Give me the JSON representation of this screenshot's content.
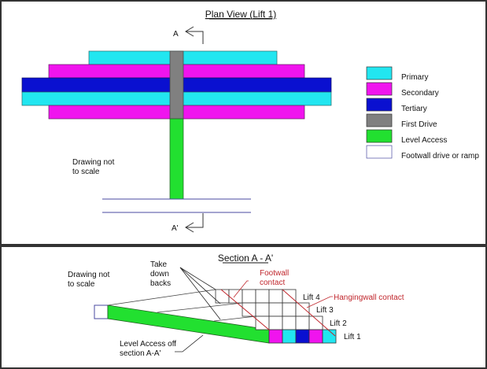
{
  "plan": {
    "title": "Plan View (Lift 1)",
    "section_start": "A",
    "section_end": "A'",
    "note_line1": "Drawing not",
    "note_line2": "to scale"
  },
  "legend": [
    {
      "label": "Primary",
      "color": "#22e6f0"
    },
    {
      "label": "Secondary",
      "color": "#f014ee"
    },
    {
      "label": "Tertiary",
      "color": "#0a10d0"
    },
    {
      "label": "First Drive",
      "color": "#808080"
    },
    {
      "label": "Level Access",
      "color": "#22e030"
    },
    {
      "label": "Footwall drive or ramp",
      "color": "#ffffff"
    }
  ],
  "section": {
    "title": "Section A - A'",
    "note_line1": "Drawing not",
    "note_line2": "to scale",
    "take_down_line1": "Take",
    "take_down_line2": "down",
    "take_down_line3": "backs",
    "footwall_line1": "Footwall",
    "footwall_line2": "contact",
    "hangingwall": "Hangingwall contact",
    "level_access_line1": "Level Access off",
    "level_access_line2": "section A-A'",
    "lifts": [
      "Lift 1",
      "Lift 2",
      "Lift 3",
      "Lift 4"
    ]
  }
}
